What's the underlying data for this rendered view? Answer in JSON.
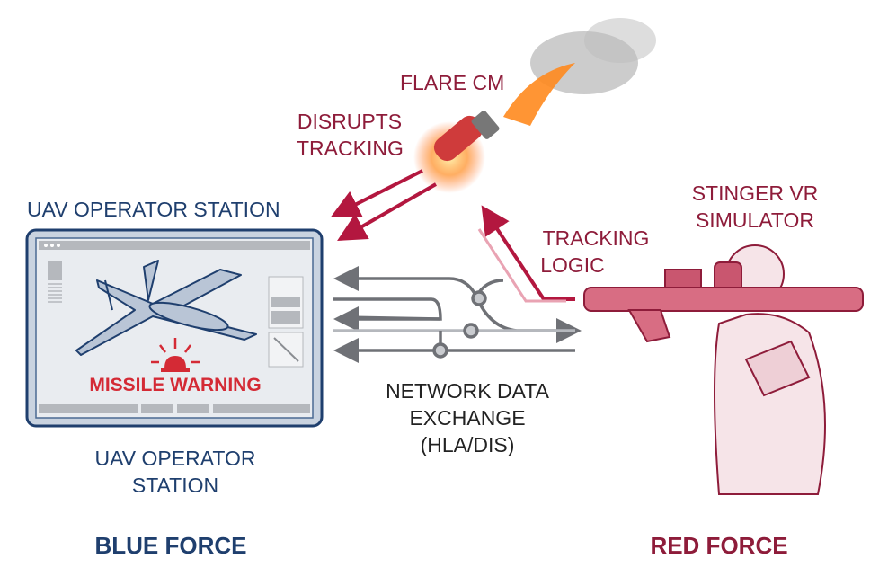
{
  "labels": {
    "station_top": "UAV OPERATOR STATION",
    "flare": "FLARE CM",
    "disrupts_line1": "DISRUPTS",
    "disrupts_line2": "TRACKING",
    "stinger_line1": "STINGER VR",
    "stinger_line2": "SIMULATOR",
    "tracking_line1": "TRACKING",
    "tracking_line2": "LOGIC",
    "network_line1": "NETWORK DATA",
    "network_line2": "EXCHANGE",
    "network_line3": "(HLA/DIS)",
    "station_bottom_line1": "UAV OPERATOR",
    "station_bottom_line2": "STATION",
    "blue_force": "BLUE FORCE",
    "red_force": "RED FORCE",
    "missile_warning": "MISSILE WARNING"
  },
  "colors": {
    "blue": "#1f3f6e",
    "red": "#b3173f",
    "dark_red": "#8e1c3a",
    "warning_red": "#d42a35",
    "gray": "#6f7176"
  }
}
